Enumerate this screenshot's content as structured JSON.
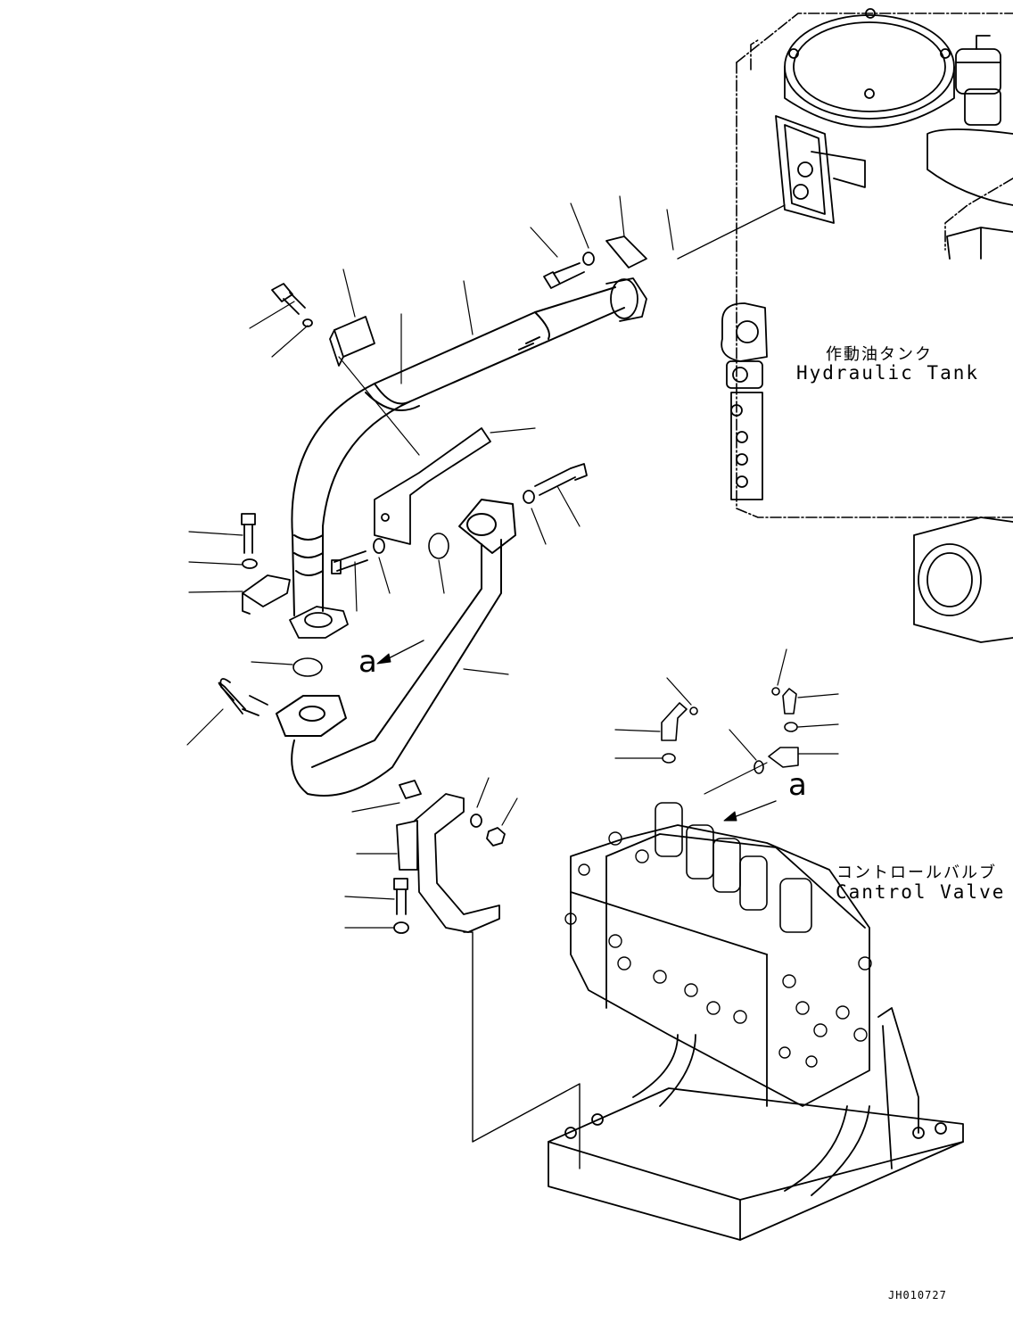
{
  "diagram": {
    "tank_label_ja": "作動油タンク",
    "tank_label_en": "Hydraulic Tank",
    "valve_label_ja": "コントロールバルブ",
    "valve_label_en": "Cantrol Valve",
    "ref_left": "a",
    "ref_right": "a",
    "drawing_code": "JH010727"
  }
}
